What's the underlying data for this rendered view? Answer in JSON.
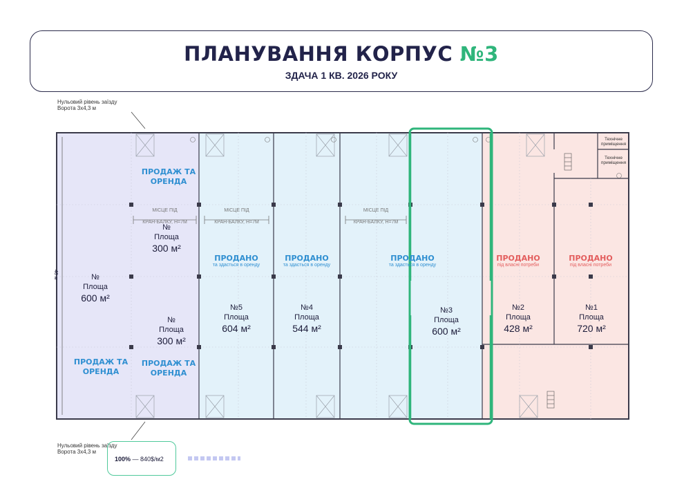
{
  "header": {
    "title_main": "ПЛАНУВАННЯ КОРПУС ",
    "title_num": "№3",
    "subtitle": "ЗДАЧА 1 КВ. 2026 РОКУ"
  },
  "notes": {
    "gate_line1": "Нульовий рівень заїзду",
    "gate_line2": "Ворота 3х4,3 м"
  },
  "dimension": "48 м",
  "crane": {
    "line1": "МІСЦЕ ПІД",
    "line2": "КРАН-БАЛКУ, Н=7М"
  },
  "tech_room": "Технічне приміщення",
  "status": {
    "sale_rent_1": "ПРОДАЖ ТА",
    "sale_rent_2": "ОРЕНДА",
    "sold": "ПРОДАНО",
    "sold_rent_sub": "та здасться в оренду",
    "sold_own_sub": "під власні потреби"
  },
  "units": {
    "a": {
      "num": "№",
      "area_label": "Площа",
      "area": "600 м²"
    },
    "b": {
      "num": "№",
      "area_label": "Площа",
      "area": "300 м²"
    },
    "c": {
      "num": "№",
      "area_label": "Площа",
      "area": "300 м²"
    },
    "u5": {
      "num": "№5",
      "area_label": "Площа",
      "area": "604 м²"
    },
    "u4": {
      "num": "№4",
      "area_label": "Площа",
      "area": "544 м²"
    },
    "u3": {
      "num": "№3",
      "area_label": "Площа",
      "area": "600 м²"
    },
    "u2": {
      "num": "№2",
      "area_label": "Площа",
      "area": "428 м²"
    },
    "u1": {
      "num": "№1",
      "area_label": "Площа",
      "area": "720 м²"
    }
  },
  "price": {
    "percent": "100%",
    "value": "— 840$/м2"
  },
  "colors": {
    "forsale": "#e6e6f8",
    "sold_blue": "#e3f2fa",
    "sold_pink": "#fbe6e3",
    "highlight": "#2fb57b",
    "wall": "#3a3a4a"
  }
}
